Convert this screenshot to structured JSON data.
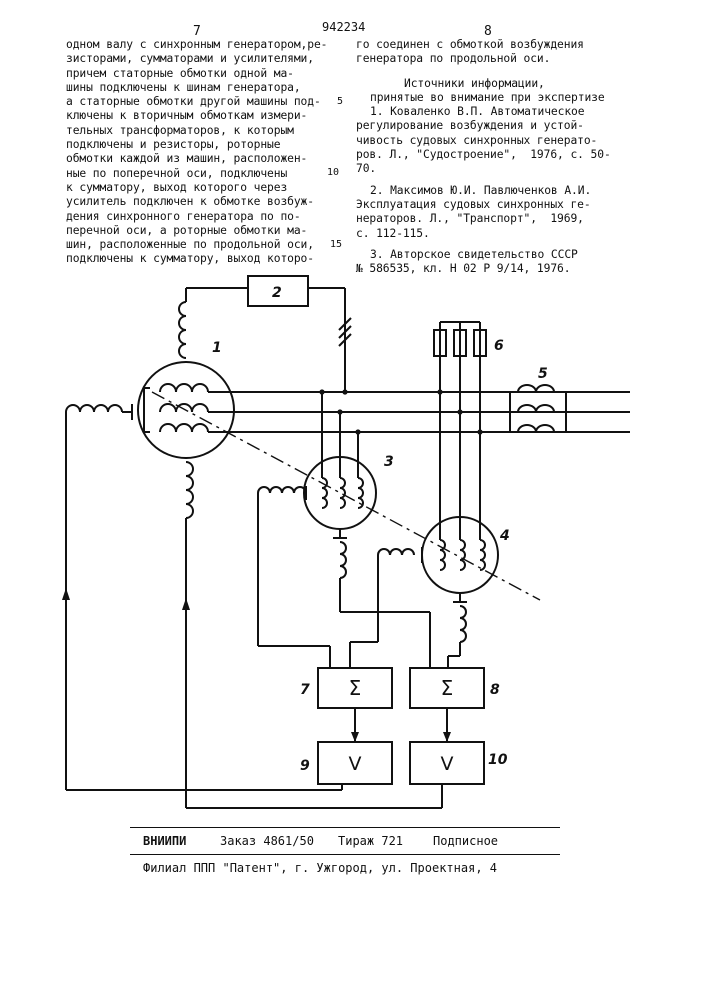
{
  "header": {
    "page_left": "7",
    "patent_number": "942234",
    "page_right": "8"
  },
  "left_column": [
    "одном валу с синхронным генератором,ре-",
    "зисторами, сумматорами и усилителями,",
    "причем статорные обмотки одной ма-",
    "шины подключены к шинам генератора,",
    "а статорные обмотки другой машины под-",
    "ключены к вторичным обмоткам измери-",
    "тельных трансформаторов, к которым",
    "подключены и резисторы, роторные",
    "обмотки каждой из машин, расположен-",
    "ные по поперечной оси, подключены",
    "к сумматору, выход которого через",
    "усилитель подключен к обмотке возбуж-",
    "дения синхронного генератора по по-",
    "перечной оси, а роторные обмотки ма-",
    "шин, расположенные по продольной оси,",
    "подключены к сумматору, выход которо-"
  ],
  "line_numbers": [
    "5",
    "10",
    "15"
  ],
  "right_column": {
    "continuation": [
      "го соединен с обмоткой возбуждения",
      "генератора по продольной оси."
    ],
    "sources_title": [
      "Источники информации,",
      "принятые во внимание при экспертизе"
    ],
    "ref1": [
      "1. Коваленко В.П. Автоматическое",
      "регулирование возбуждения и устой-",
      "чивость судовых синхронных генерато-",
      "ров. Л., \"Судостроение\",  1976, с. 50-",
      "70."
    ],
    "ref2": [
      "2. Максимов Ю.И. Павлюченков А.И.",
      "Эксплуатация судовых синхронных ге-",
      "нераторов. Л., \"Транспорт\",  1969,",
      "с. 112-115."
    ],
    "ref3": [
      "3. Авторское свидетельство СССР",
      "№ 586535, кл. Н 02 Р 9/14, 1976."
    ]
  },
  "diagram": {
    "labels": [
      "1",
      "2",
      "3",
      "4",
      "5",
      "6",
      "7",
      "8",
      "9",
      "10"
    ],
    "sum_symbol": "Σ",
    "amp_symbol": "V"
  },
  "footer": {
    "org": "ВНИИПИ",
    "order": "Заказ 4861/50",
    "circulation": "Тираж 721",
    "subscription": "Подписное",
    "branch": "Филиал ППП \"Патент\", г. Ужгород, ул. Проектная, 4"
  }
}
